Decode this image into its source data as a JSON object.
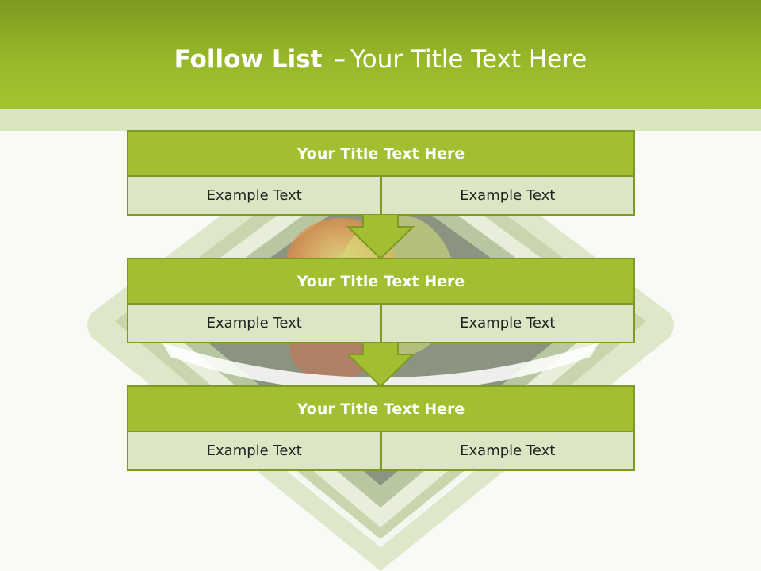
{
  "slide": {
    "title_bold": "Follow List",
    "title_separator": "–",
    "title_rest": "Your Title Text Here"
  },
  "steps": [
    {
      "title": "Your Title Text Here",
      "left": "Example Text",
      "right": "Example Text"
    },
    {
      "title": "Your Title Text Here",
      "left": "Example Text",
      "right": "Example Text"
    },
    {
      "title": "Your Title Text Here",
      "left": "Example Text",
      "right": "Example Text"
    }
  ],
  "colors": {
    "accent": "#a2bf31",
    "accent_dark": "#7e9a24",
    "cell_fill": "#dce5c4",
    "background": "#f9faf5"
  }
}
